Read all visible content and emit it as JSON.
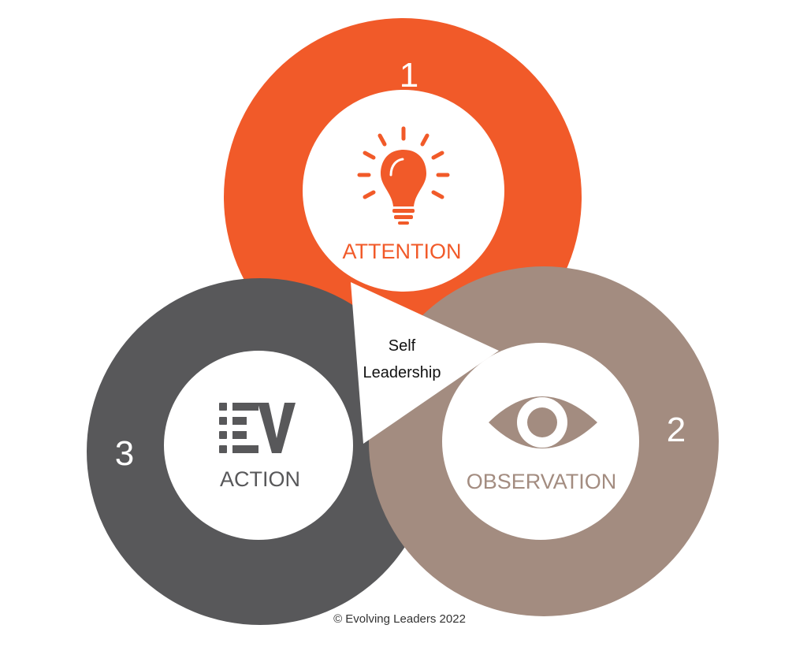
{
  "center": {
    "line1": "Self",
    "line2": "Leadership"
  },
  "rings": [
    {
      "id": "attention",
      "number": "1",
      "label": "ATTENTION",
      "color": "#F15A29",
      "icon": "lightbulb-icon"
    },
    {
      "id": "observation",
      "number": "2",
      "label": "OBSERVATION",
      "color": "#A38C80",
      "icon": "eye-icon"
    },
    {
      "id": "action",
      "number": "3",
      "label": "ACTION",
      "color": "#58585A",
      "icon": "ev-list-icon"
    }
  ],
  "copyright": "© Evolving Leaders 2022"
}
